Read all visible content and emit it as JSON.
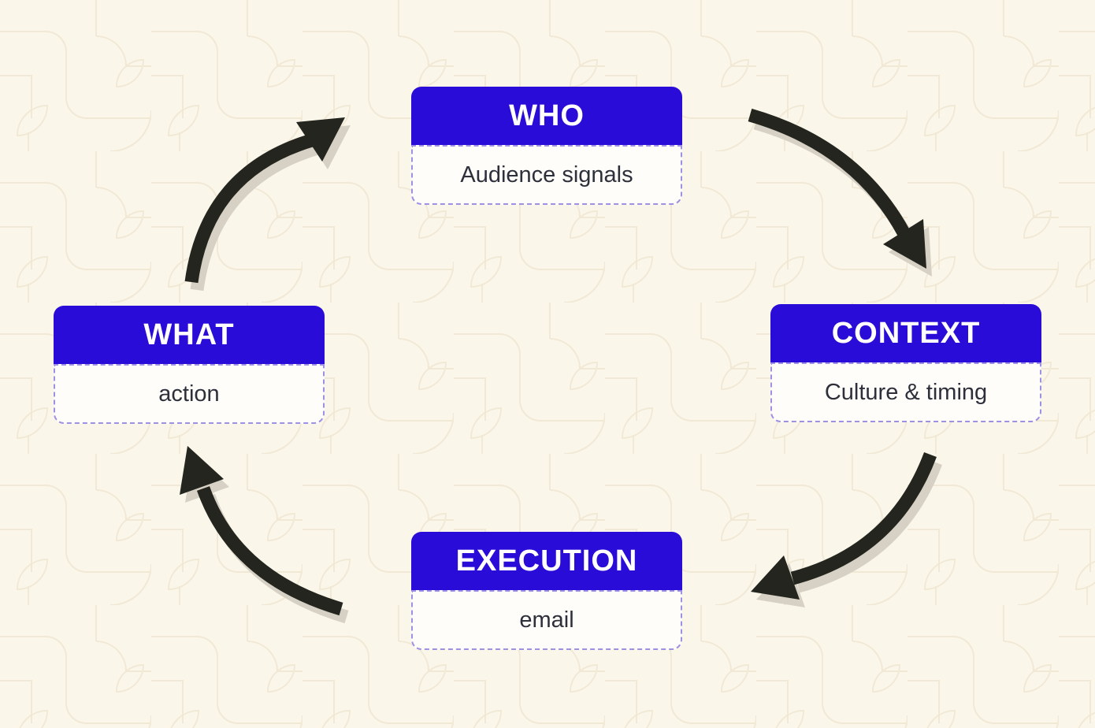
{
  "diagram": {
    "type": "cycle",
    "flow_direction": "clockwise",
    "nodes": [
      {
        "id": "who",
        "label": "WHO",
        "value": "Audience signals"
      },
      {
        "id": "context",
        "label": "CONTEXT",
        "value": "Culture & timing"
      },
      {
        "id": "execution",
        "label": "EXECUTION",
        "value": "email"
      },
      {
        "id": "what",
        "label": "WHAT",
        "value": "action"
      }
    ],
    "arrows": [
      {
        "from": "WHAT",
        "to": "WHO"
      },
      {
        "from": "WHO",
        "to": "CONTEXT"
      },
      {
        "from": "CONTEXT",
        "to": "EXECUTION"
      },
      {
        "from": "EXECUTION",
        "to": "WHAT"
      }
    ],
    "colors": {
      "background": "#fbf6ea",
      "pattern_line": "#f1e9d6",
      "header_bg": "#2a0cd8",
      "header_text": "#ffffff",
      "body_bg": "#fffdf9",
      "body_text": "#2d303b",
      "dashed_border": "#9e90e2",
      "arrow": "#23251e",
      "arrow_shadow": "#d6d1c4"
    }
  }
}
